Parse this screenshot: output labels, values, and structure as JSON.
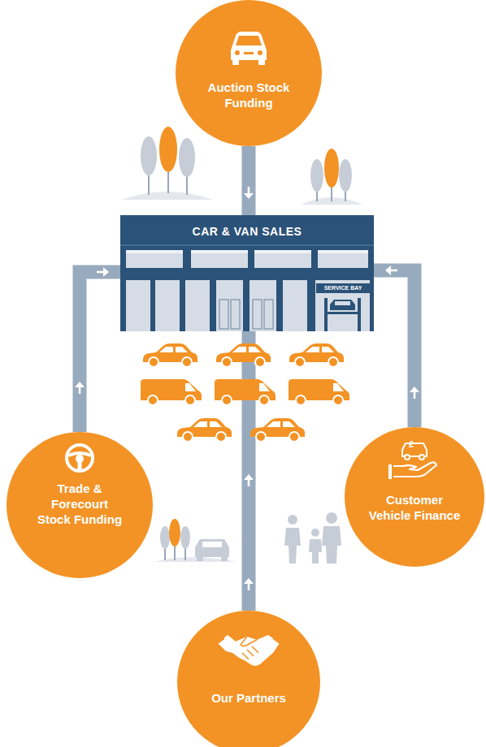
{
  "diagram": {
    "nodes": [
      {
        "text": [
          "Auction Stock Funding"
        ]
      },
      {
        "text": [
          "CAR & VAN SALES"
        ]
      },
      {
        "text": [
          "SERVICE BAY"
        ],
        "in": 1
      },
      {
        "text": [
          "Trade & Forecourt Stock Funding"
        ]
      },
      {
        "text": [
          "Customer Vehicle Finance"
        ]
      },
      {
        "text": [
          "Our Partners"
        ]
      }
    ],
    "edges": [
      {
        "from": 0,
        "to": 1,
        "arrow": "to"
      },
      {
        "from": 3,
        "to": 1,
        "arrow": "to"
      },
      {
        "from": 4,
        "to": 1,
        "arrow": "to"
      },
      {
        "from": 5,
        "to": 1,
        "arrow": "to"
      }
    ],
    "labels": [
      "£"
    ]
  }
}
